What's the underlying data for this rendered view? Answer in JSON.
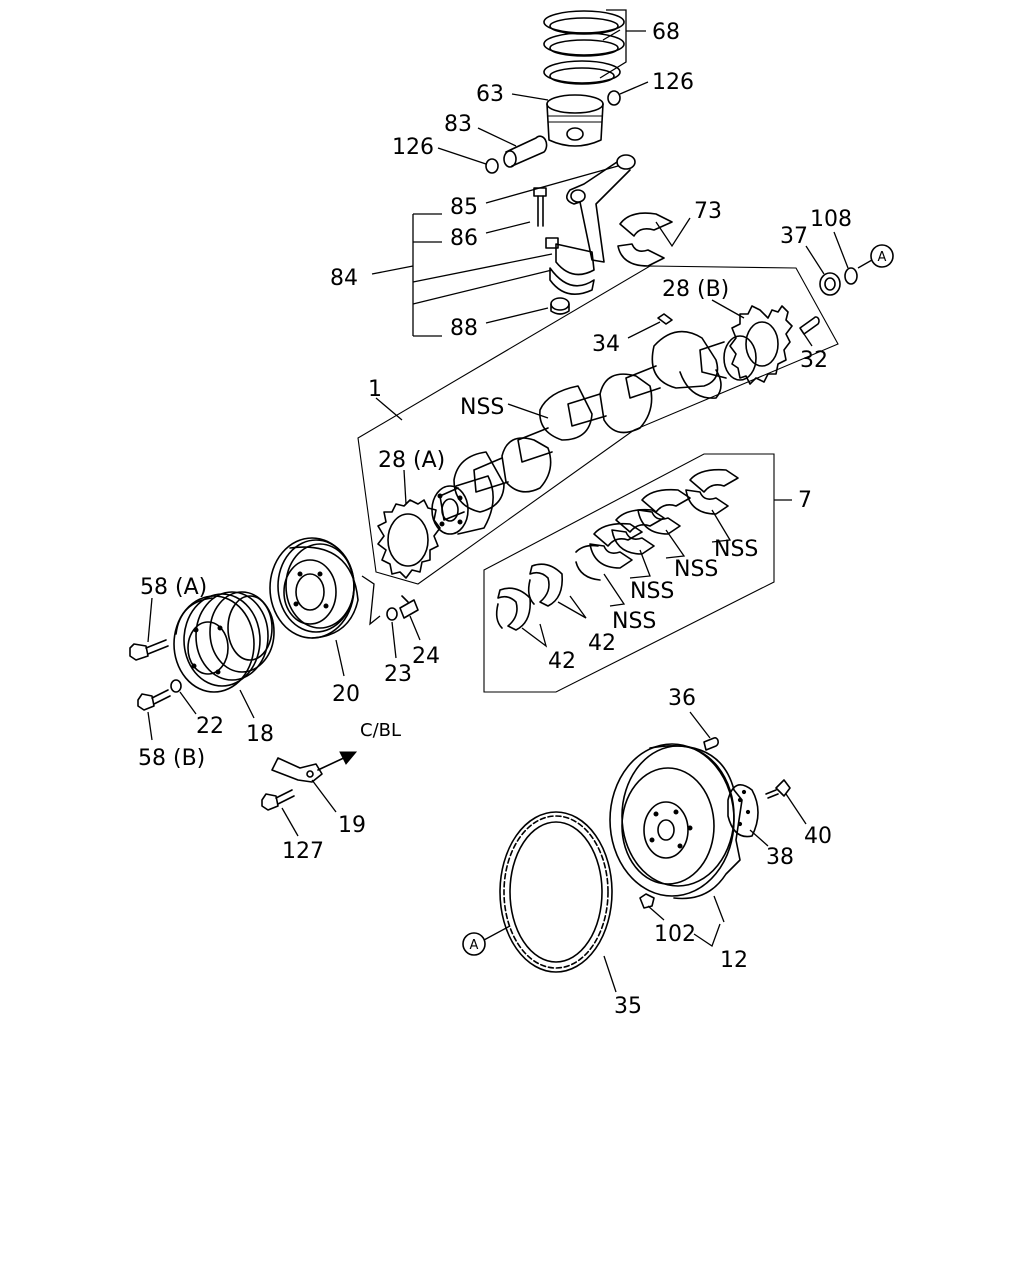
{
  "labels": {
    "p68": "68",
    "p63": "63",
    "p126a": "126",
    "p83": "83",
    "p126b": "126",
    "p85": "85",
    "p86": "86",
    "p73": "73",
    "p84": "84",
    "p88": "88",
    "p37": "37",
    "p108": "108",
    "p28b": "28 (B)",
    "p34": "34",
    "p32": "32",
    "p1": "1",
    "nss_crank": "NSS",
    "p28a": "28 (A)",
    "p7": "7",
    "nss1": "NSS",
    "nss2": "NSS",
    "nss3": "NSS",
    "nss4": "NSS",
    "p42a": "42",
    "p42b": "42",
    "p58a": "58 (A)",
    "p58b": "58 (B)",
    "p22": "22",
    "p18": "18",
    "p20": "20",
    "p23": "23",
    "p24": "24",
    "cbl": "C/BL",
    "p19": "19",
    "p127": "127",
    "p36": "36",
    "p40": "40",
    "p38": "38",
    "p102": "102",
    "p12": "12",
    "p35": "35",
    "refA1": "A",
    "refA2": "A"
  }
}
